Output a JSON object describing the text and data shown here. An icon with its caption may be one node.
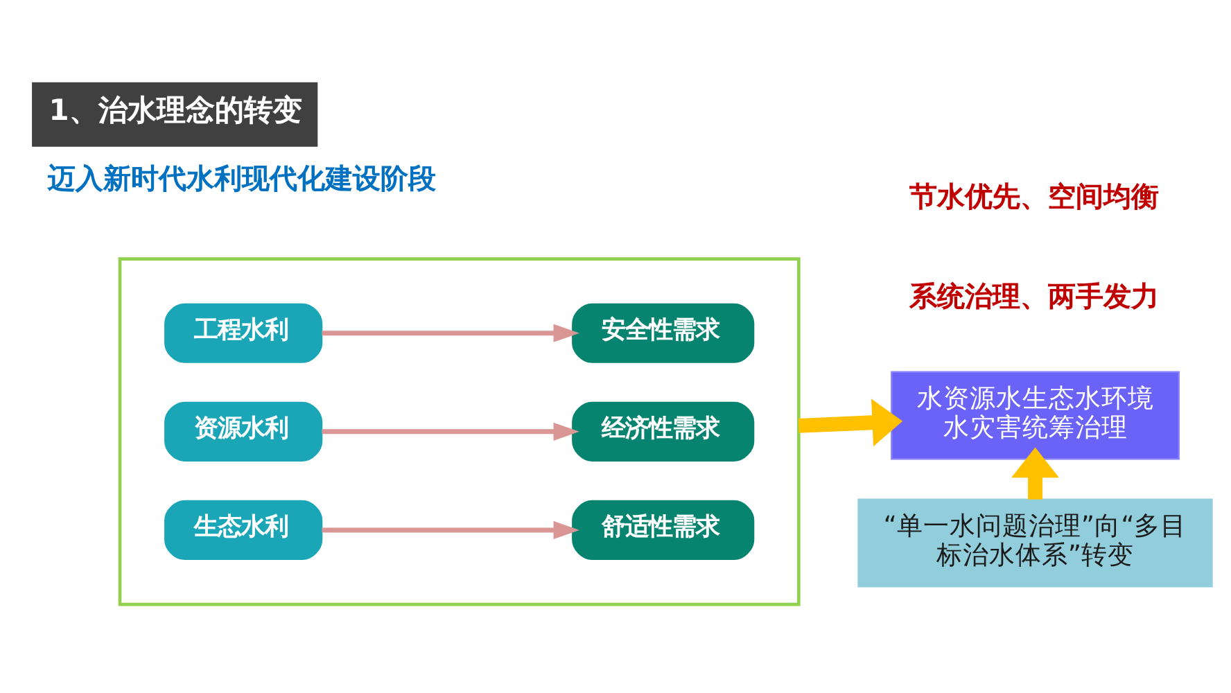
{
  "diagram": {
    "title": "1、治水理念的转变",
    "nodes": [
      {
        "text": [],
        "shape": "box"
      },
      {
        "text": [
          "工程水利"
        ],
        "in": 0
      },
      {
        "text": [
          "安全性需求"
        ],
        "in": 0
      },
      {
        "text": [
          "资源水利"
        ],
        "in": 0
      },
      {
        "text": [
          "经济性需求"
        ],
        "in": 0
      },
      {
        "text": [
          "生态水利"
        ],
        "in": 0
      },
      {
        "text": [
          "舒适性需求"
        ],
        "in": 0
      },
      {
        "text": [
          "水资源水生态水环境水灾害统筹治理"
        ]
      },
      {
        "text": [
          "“单一水问题治理”向“多目标治水体系”转变"
        ]
      }
    ],
    "edges": [
      {
        "from": 1,
        "to": 2,
        "arrow": "to"
      },
      {
        "from": 3,
        "to": 4,
        "arrow": "to"
      },
      {
        "from": 5,
        "to": 6,
        "arrow": "to"
      },
      {
        "from": 0,
        "to": 7,
        "arrow": "to",
        "style": "thick",
        "color": "#ffc000"
      },
      {
        "from": 8,
        "to": 7,
        "arrow": "to",
        "style": "thick",
        "color": "#ffc000"
      }
    ],
    "labels": [
      "迈入新时代水利现代化建设阶段",
      "节水优先、空间均衡",
      "系统治理、两手发力"
    ]
  }
}
